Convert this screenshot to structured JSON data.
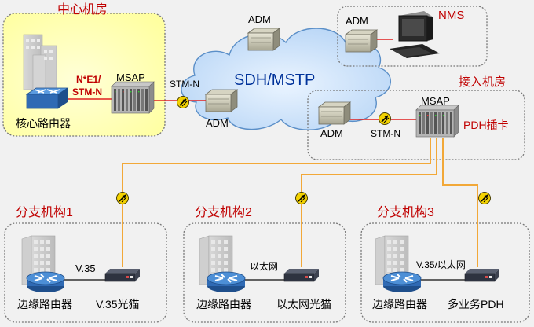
{
  "labels": {
    "central_room": "中心机房",
    "core_router": "核心路由器",
    "ne1_line1": "N*E1/",
    "ne1_line2": "STM-N",
    "msap_central": "MSAP",
    "stm_central": "STM-N",
    "adm_left": "ADM",
    "adm_top": "ADM",
    "adm_nms": "ADM",
    "nms": "NMS",
    "sdh_mstp": "SDH/MSTP",
    "access_room": "接入机房",
    "adm_access": "ADM",
    "stm_access": "STM-N",
    "msap_access": "MSAP",
    "pdh_card": "PDH插卡",
    "branch1": "分支机构1",
    "branch2": "分支机构2",
    "branch3": "分支机构3",
    "b1_link": "V.35",
    "b2_link": "以太网",
    "b3_link": "V.35/以太网",
    "b1_router": "边缘路由器",
    "b2_router": "边缘路由器",
    "b3_router": "边缘路由器",
    "b1_modem": "V.35光猫",
    "b2_modem": "以太网光猫",
    "b3_modem": "多业务PDH"
  },
  "colors": {
    "background": "#f1f1f1",
    "central_fill": "#ffffc8",
    "cloud_fill": "#c9e1fb",
    "fiber": "#f2a838",
    "red_text": "#c00000",
    "sdh_text": "#00329a"
  },
  "icons": [
    "building-icon",
    "router-icon",
    "msap-rack-icon",
    "adm-box-icon",
    "nms-computer-icon",
    "fiber-connector-icon",
    "modem-icon",
    "cloud-shape"
  ]
}
